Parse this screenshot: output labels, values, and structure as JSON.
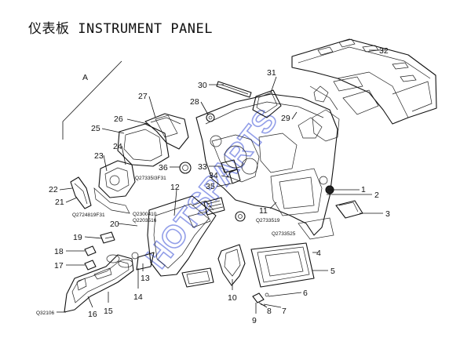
{
  "title": "仪表板 INSTRUMENT PANEL",
  "watermark": "HOTSPARTS",
  "accent_color": "#3a4fd6",
  "callouts": {
    "A": "A",
    "n1": "1",
    "n2": "2",
    "n3": "3",
    "n4": "4",
    "n5": "5",
    "n6": "6",
    "n7": "7",
    "n8": "8",
    "n9": "9",
    "n10": "10",
    "n11": "11",
    "n12": "12",
    "n13": "13",
    "n14": "14",
    "n15": "15",
    "n16": "16",
    "n17": "17",
    "n18": "18",
    "n19": "19",
    "n20": "20",
    "n21": "21",
    "n22": "22",
    "n23": "23",
    "n24": "24",
    "n25": "25",
    "n26": "26",
    "n27": "27",
    "n28": "28",
    "n29": "29",
    "n30": "30",
    "n31": "31",
    "n32": "32",
    "n33": "33",
    "n34": "34",
    "n35": "35",
    "n36": "36"
  },
  "part_codes": {
    "q1": "Q27335I3F31",
    "q2": "Q2724819F31",
    "q3": "Q2300410",
    "q4": "Q2203516",
    "q5": "Q2733519",
    "q6": "Q2733525",
    "q7": "Q32106"
  }
}
